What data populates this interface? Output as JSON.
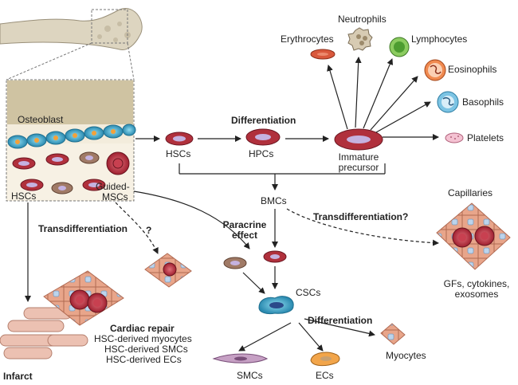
{
  "labels": {
    "osteoblast": "Osteoblast",
    "hscs_niche": "HSCs",
    "guided": "Guided-",
    "mscs": "MSCs",
    "differentiation_top": "Differentiation",
    "hscs": "HSCs",
    "hpcs": "HPCs",
    "immature": "Immature",
    "precursor": "precursor",
    "neutrophils": "Neutrophils",
    "erythrocytes": "Erythrocytes",
    "lymphocytes": "Lymphocytes",
    "eosinophils": "Eosinophils",
    "basophils": "Basophils",
    "platelets": "Platelets",
    "bmcs": "BMCs",
    "transdiff_right": "Transdifferentiation?",
    "capillaries": "Capillaries",
    "gfs": "GFs, cytokines,",
    "exosomes": "exosomes",
    "transdiff_left": "Transdifferentiation",
    "question": "?",
    "paracrine": "Paracrine",
    "effect": "effect",
    "cscs": "CSCs",
    "differentiation_bottom": "Differentiation",
    "myocytes": "Myocytes",
    "smcs": "SMCs",
    "ecs": "ECs",
    "cardiac_repair": "Cardiac repair",
    "repair_1": "HSC-derived myocytes",
    "repair_2": "HSC-derived SMCs",
    "repair_3": "HSC-derived ECs",
    "infarct": "Infarct"
  },
  "colors": {
    "bone": "#ddd5c0",
    "red_cell": "#b0303c",
    "cyan_cell": "#3aa9cc",
    "tan_cell": "#a07a66",
    "muscle": "#e8a58a",
    "infarct": "#e8b7a8"
  }
}
